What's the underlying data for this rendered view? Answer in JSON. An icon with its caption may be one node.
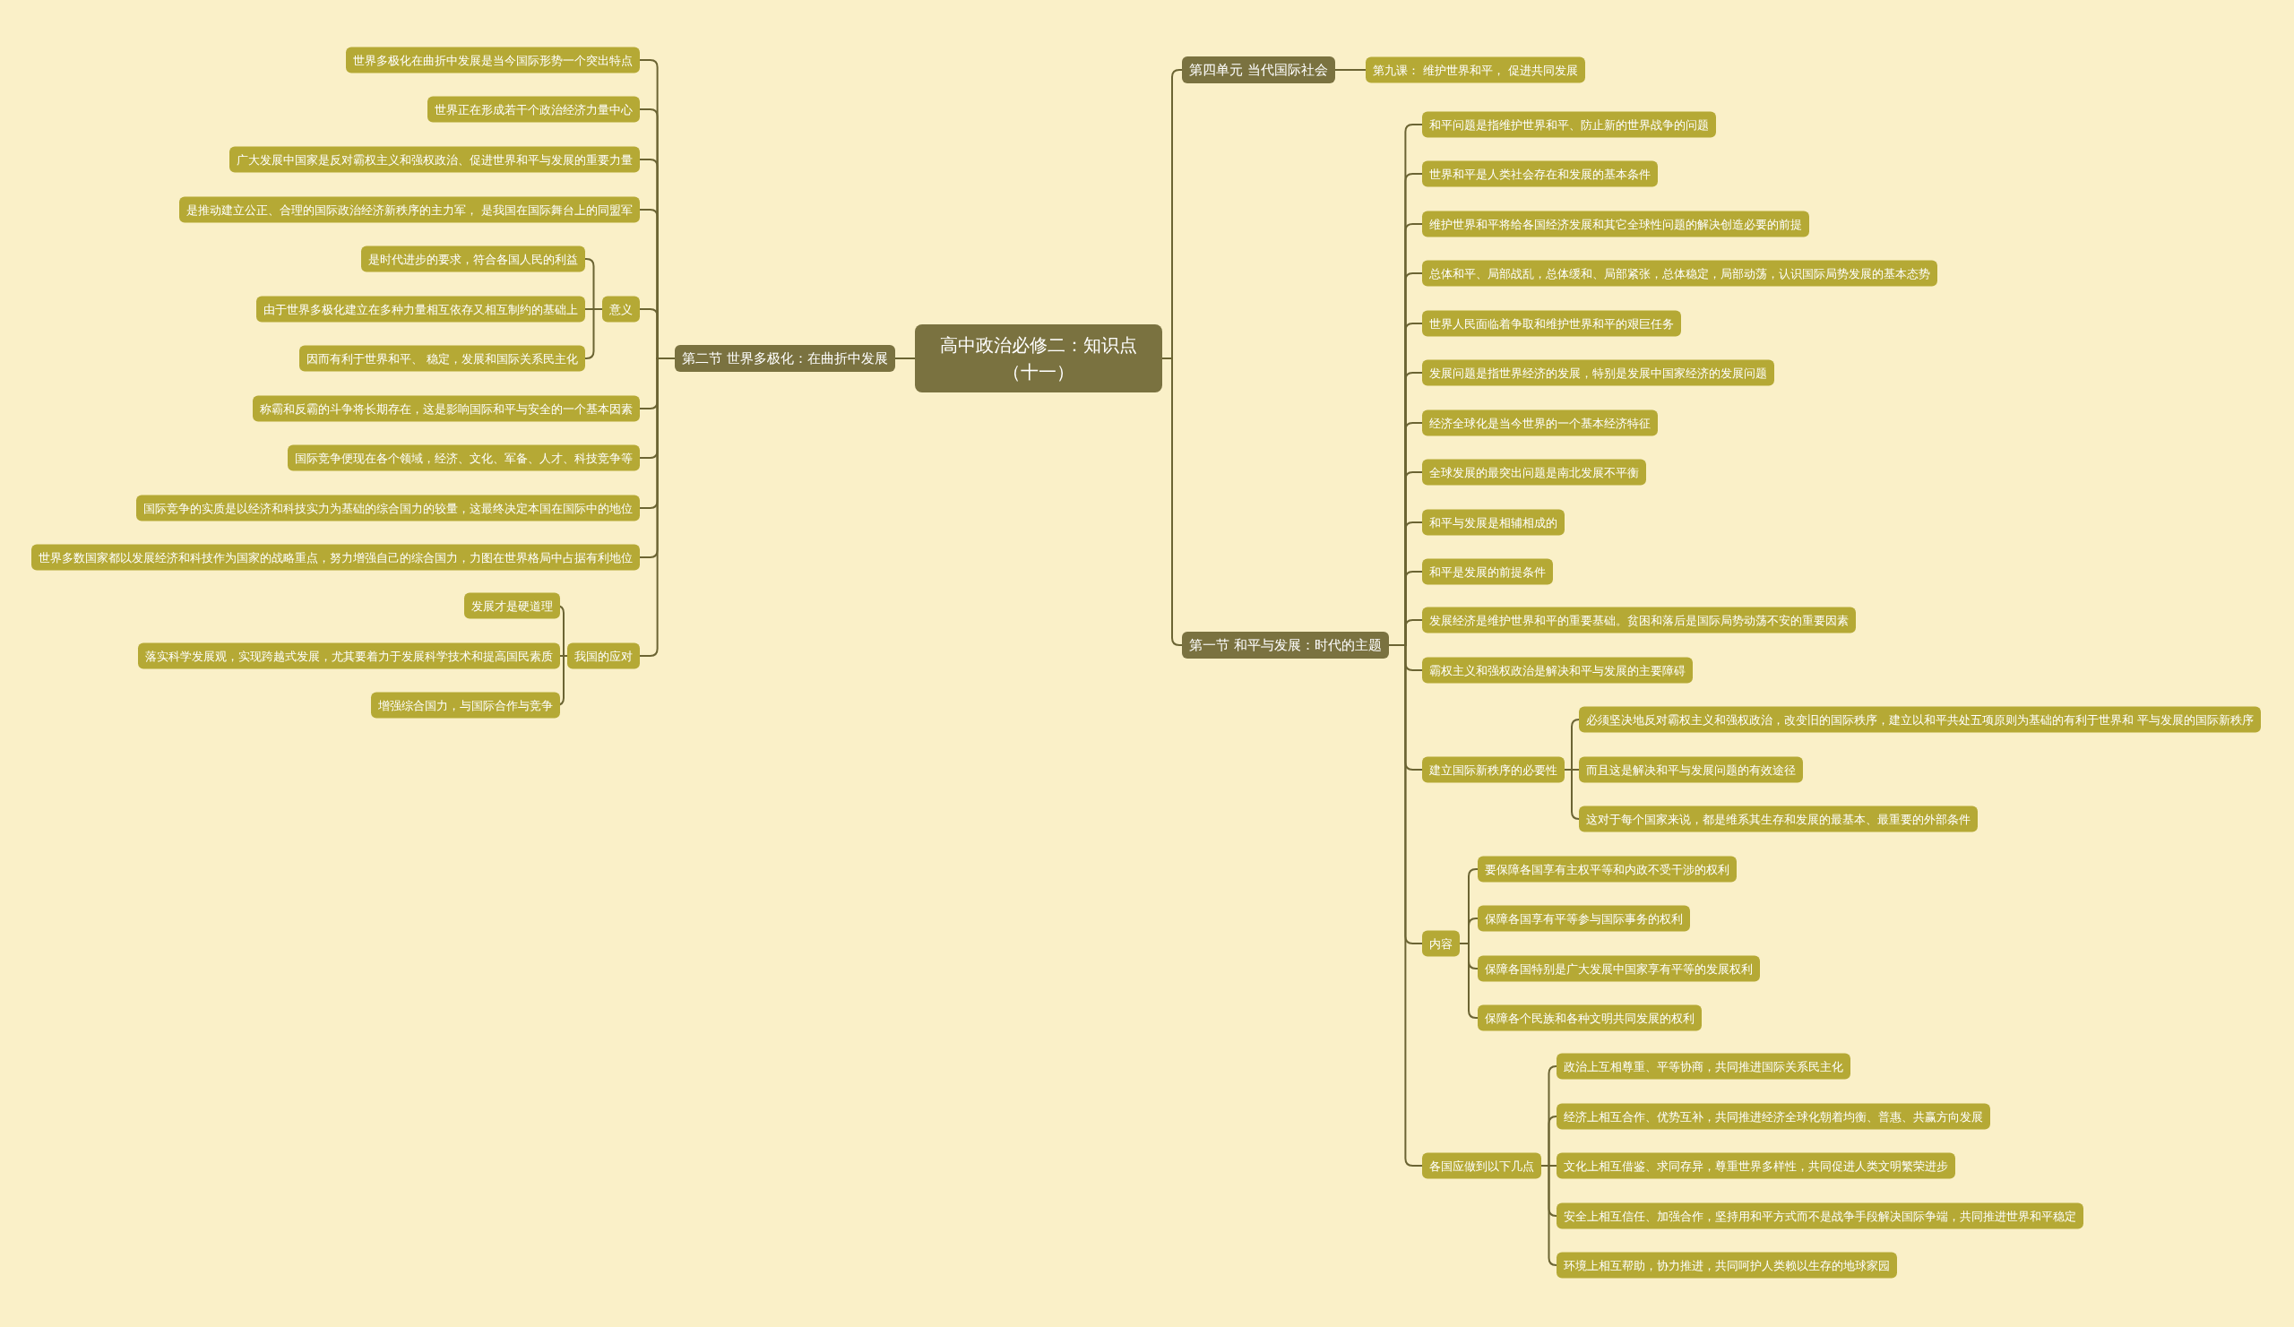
{
  "diagram": {
    "nodes": [
      {
        "text": [
          "高中政治必修二：知识点（十一）"
        ]
      },
      {
        "text": [
          "第二节 世界多极化：在曲折中发展"
        ]
      },
      {
        "text": [
          "世界多极化在曲折中发展是当今国际形势一个突出特点"
        ]
      },
      {
        "text": [
          "世界正在形成若干个政治经济力量中心"
        ]
      },
      {
        "text": [
          "广大发展中国家是反对霸权主义和强权政治、促进世界和平与发展的重要力量"
        ]
      },
      {
        "text": [
          "是推动建立公正、合理的国际政治经济新秩序的主力军， 是我国在国际舞台上的同盟军"
        ]
      },
      {
        "text": [
          "意义"
        ]
      },
      {
        "text": [
          "是时代进步的要求，符合各国人民的利益"
        ]
      },
      {
        "text": [
          "由于世界多极化建立在多种力量相互依存又相互制约的基础上"
        ]
      },
      {
        "text": [
          "因而有利于世界和平、 稳定，发展和国际关系民主化"
        ]
      },
      {
        "text": [
          "称霸和反霸的斗争将长期存在，这是影响国际和平与安全的一个基本因素"
        ]
      },
      {
        "text": [
          "国际竞争便现在各个领域，经济、文化、军备、人才、科技竞争等"
        ]
      },
      {
        "text": [
          "国际竞争的实质是以经济和科技实力为基础的综合国力的较量，这最终决定本国在国际中的地位"
        ]
      },
      {
        "text": [
          "世界多数国家都以发展经济和科技作为国家的战略重点，努力增强自己的综合国力，力图在世界格局中占据有利地位"
        ]
      },
      {
        "text": [
          "我国的应对"
        ]
      },
      {
        "text": [
          "发展才是硬道理"
        ]
      },
      {
        "text": [
          "落实科学发展观，实现跨越式发展，尤其要着力于发展科学技术和提高国民素质"
        ]
      },
      {
        "text": [
          "增强综合国力，与国际合作与竞争"
        ]
      },
      {
        "text": [
          "第四单元 当代国际社会"
        ]
      },
      {
        "text": [
          "第九课： 维护世界和平， 促进共同发展"
        ]
      },
      {
        "text": [
          "第一节 和平与发展：时代的主题"
        ]
      },
      {
        "text": [
          "和平问题是指维护世界和平、防止新的世界战争的问题"
        ]
      },
      {
        "text": [
          "世界和平是人类社会存在和发展的基本条件"
        ]
      },
      {
        "text": [
          "维护世界和平将给各国经济发展和其它全球性问题的解决创造必要的前提"
        ]
      },
      {
        "text": [
          "总体和平、局部战乱，总体缓和、局部紧张，总体稳定，局部动荡，认识国际局势发展的基本态势"
        ]
      },
      {
        "text": [
          "世界人民面临着争取和维护世界和平的艰巨任务"
        ]
      },
      {
        "text": [
          "发展问题是指世界经济的发展，特别是发展中国家经济的发展问题"
        ]
      },
      {
        "text": [
          "经济全球化是当今世界的一个基本经济特征"
        ]
      },
      {
        "text": [
          "全球发展的最突出问题是南北发展不平衡"
        ]
      },
      {
        "text": [
          "和平与发展是相辅相成的"
        ]
      },
      {
        "text": [
          "和平是发展的前提条件"
        ]
      },
      {
        "text": [
          "发展经济是维护世界和平的重要基础。贫困和落后是国际局势动荡不安的重要因素"
        ]
      },
      {
        "text": [
          "霸权主义和强权政治是解决和平与发展的主要障碍"
        ]
      },
      {
        "text": [
          "建立国际新秩序的必要性"
        ]
      },
      {
        "text": [
          "必须坚决地反对霸权主义和强权政治，改变旧的国际秩序，建立以和平共处五项原则为基础的有利于世界和 平与发展的国际新秩序"
        ]
      },
      {
        "text": [
          "而且这是解决和平与发展问题的有效途径"
        ]
      },
      {
        "text": [
          "这对于每个国家来说，都是维系其生存和发展的最基本、最重要的外部条件"
        ]
      },
      {
        "text": [
          "内容"
        ]
      },
      {
        "text": [
          "要保障各国享有主权平等和内政不受干涉的权利"
        ]
      },
      {
        "text": [
          "保障各国享有平等参与国际事务的权利"
        ]
      },
      {
        "text": [
          "保障各国特别是广大发展中国家享有平等的发展权利"
        ]
      },
      {
        "text": [
          "保障各个民族和各种文明共同发展的权利"
        ]
      },
      {
        "text": [
          "各国应做到以下几点"
        ]
      },
      {
        "text": [
          "政治上互相尊重、平等协商，共同推进国际关系民主化"
        ]
      },
      {
        "text": [
          "经济上相互合作、优势互补，共同推进经济全球化朝着均衡、普惠、共赢方向发展"
        ]
      },
      {
        "text": [
          "文化上相互借鉴、求同存异，尊重世界多样性，共同促进人类文明繁荣进步"
        ]
      },
      {
        "text": [
          "安全上相互信任、加强合作，坚持用和平方式而不是战争手段解决国际争端，共同推进世界和平稳定"
        ]
      },
      {
        "text": [
          "环境上相互帮助，协力推进，共同呵护人类赖以生存的地球家园"
        ]
      }
    ],
    "edges": [
      {
        "from": 0,
        "to": 1,
        "arrow": "none"
      },
      {
        "from": 1,
        "to": 2,
        "arrow": "none"
      },
      {
        "from": 1,
        "to": 3,
        "arrow": "none"
      },
      {
        "from": 1,
        "to": 4,
        "arrow": "none"
      },
      {
        "from": 1,
        "to": 5,
        "arrow": "none"
      },
      {
        "from": 1,
        "to": 6,
        "arrow": "none"
      },
      {
        "from": 6,
        "to": 7,
        "arrow": "none"
      },
      {
        "from": 6,
        "to": 8,
        "arrow": "none"
      },
      {
        "from": 6,
        "to": 9,
        "arrow": "none"
      },
      {
        "from": 1,
        "to": 10,
        "arrow": "none"
      },
      {
        "from": 1,
        "to": 11,
        "arrow": "none"
      },
      {
        "from": 1,
        "to": 12,
        "arrow": "none"
      },
      {
        "from": 1,
        "to": 13,
        "arrow": "none"
      },
      {
        "from": 1,
        "to": 14,
        "arrow": "none"
      },
      {
        "from": 14,
        "to": 15,
        "arrow": "none"
      },
      {
        "from": 14,
        "to": 16,
        "arrow": "none"
      },
      {
        "from": 14,
        "to": 17,
        "arrow": "none"
      },
      {
        "from": 0,
        "to": 18,
        "arrow": "none"
      },
      {
        "from": 18,
        "to": 19,
        "arrow": "none"
      },
      {
        "from": 0,
        "to": 20,
        "arrow": "none"
      },
      {
        "from": 20,
        "to": 21,
        "arrow": "none"
      },
      {
        "from": 20,
        "to": 22,
        "arrow": "none"
      },
      {
        "from": 20,
        "to": 23,
        "arrow": "none"
      },
      {
        "from": 20,
        "to": 24,
        "arrow": "none"
      },
      {
        "from": 20,
        "to": 25,
        "arrow": "none"
      },
      {
        "from": 20,
        "to": 26,
        "arrow": "none"
      },
      {
        "from": 20,
        "to": 27,
        "arrow": "none"
      },
      {
        "from": 20,
        "to": 28,
        "arrow": "none"
      },
      {
        "from": 20,
        "to": 29,
        "arrow": "none"
      },
      {
        "from": 20,
        "to": 30,
        "arrow": "none"
      },
      {
        "from": 20,
        "to": 31,
        "arrow": "none"
      },
      {
        "from": 20,
        "to": 32,
        "arrow": "none"
      },
      {
        "from": 20,
        "to": 33,
        "arrow": "none"
      },
      {
        "from": 33,
        "to": 34,
        "arrow": "none"
      },
      {
        "from": 33,
        "to": 35,
        "arrow": "none"
      },
      {
        "from": 33,
        "to": 36,
        "arrow": "none"
      },
      {
        "from": 20,
        "to": 37,
        "arrow": "none"
      },
      {
        "from": 37,
        "to": 38,
        "arrow": "none"
      },
      {
        "from": 37,
        "to": 39,
        "arrow": "none"
      },
      {
        "from": 37,
        "to": 40,
        "arrow": "none"
      },
      {
        "from": 37,
        "to": 41,
        "arrow": "none"
      },
      {
        "from": 20,
        "to": 42,
        "arrow": "none"
      },
      {
        "from": 42,
        "to": 43,
        "arrow": "none"
      },
      {
        "from": 42,
        "to": 44,
        "arrow": "none"
      },
      {
        "from": 42,
        "to": 45,
        "arrow": "none"
      },
      {
        "from": 42,
        "to": 46,
        "arrow": "none"
      },
      {
        "from": 42,
        "to": 47,
        "arrow": "none"
      }
    ]
  }
}
